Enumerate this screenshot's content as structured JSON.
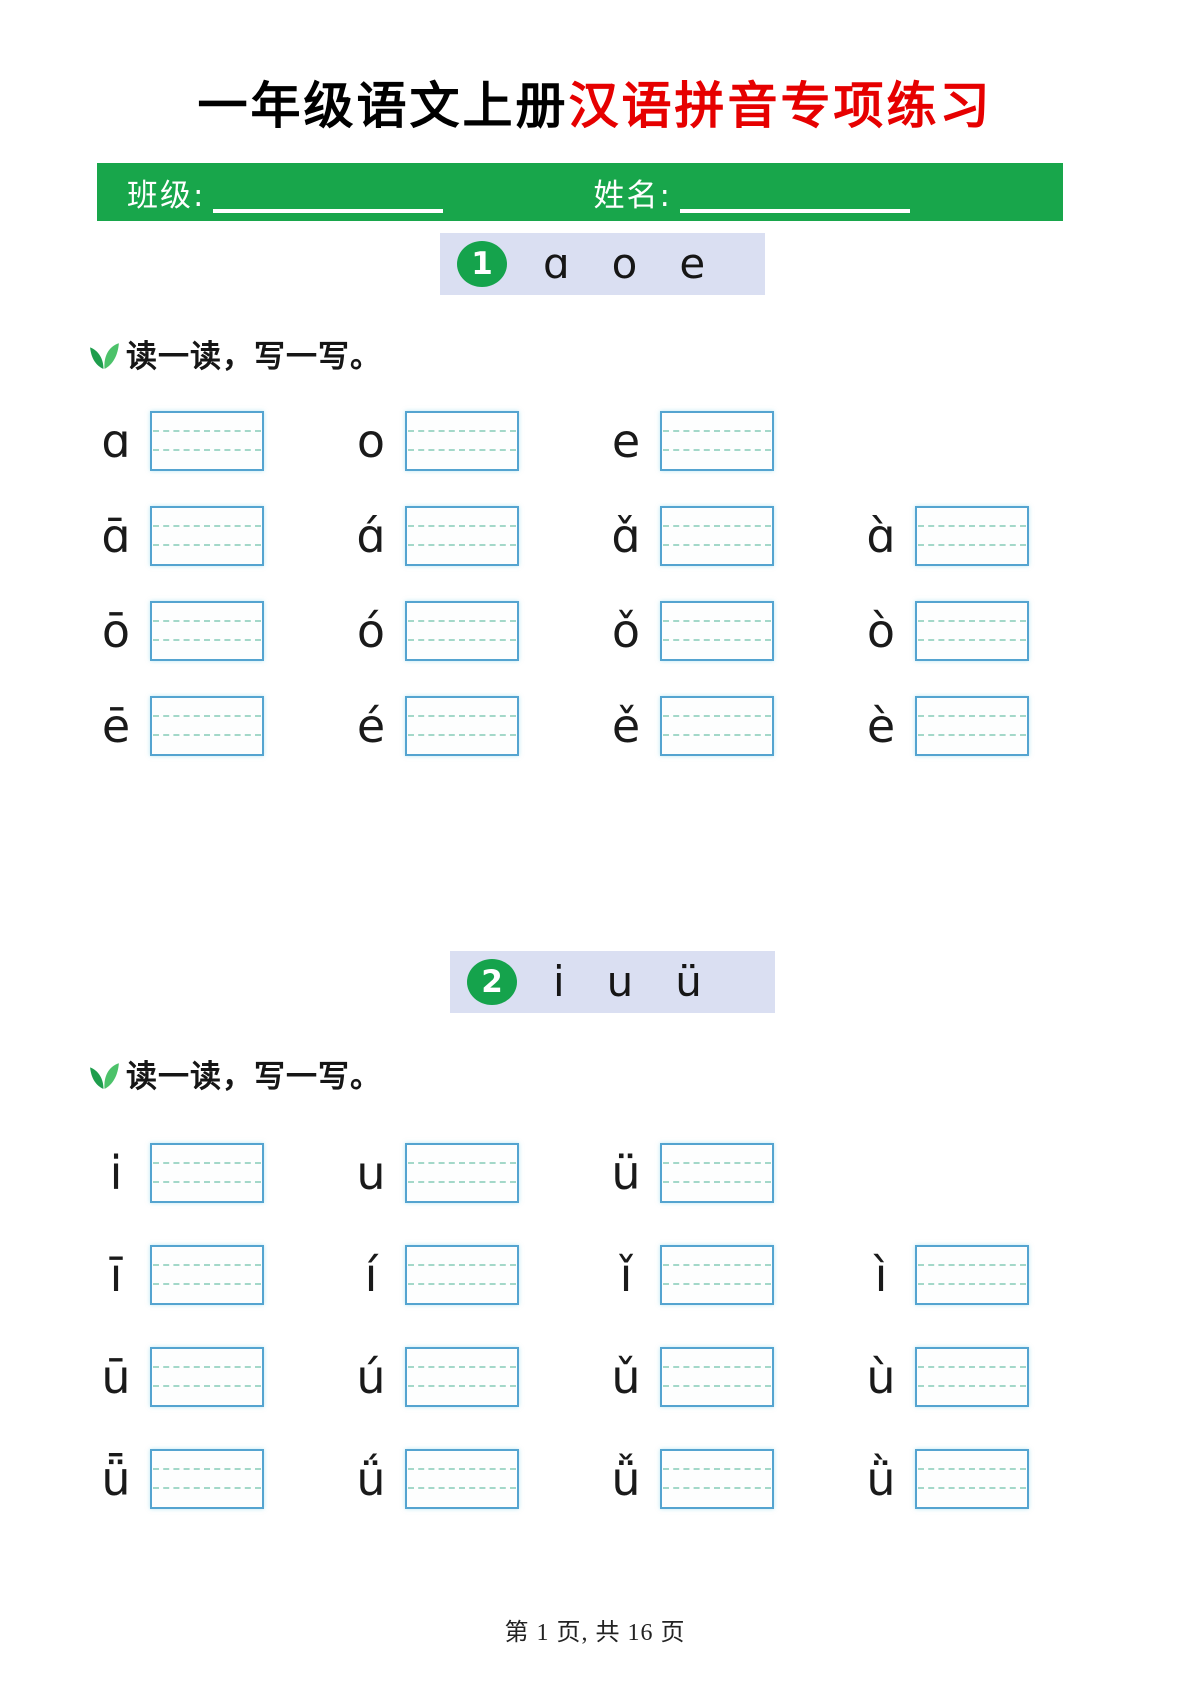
{
  "header": {
    "title_black": "一年级语文上册",
    "title_red": "汉语拼音专项练习",
    "class_label": "班级:",
    "name_label": "姓名:"
  },
  "colors": {
    "bar_green": "#18a64b",
    "badge_green": "#15a34c",
    "title_red": "#e60000",
    "section_box_bg": "#dadff2",
    "write_box_border": "#54a4d0",
    "write_box_line": "#a3d8c9"
  },
  "sections": [
    {
      "number": "1",
      "header_letters": [
        "ɑ",
        "o",
        "e"
      ],
      "instruction": "读一读，写一写。",
      "rows": [
        [
          "ɑ",
          "o",
          "e"
        ],
        [
          "ɑ̄",
          "ɑ́",
          "ɑ̌",
          "ɑ̀"
        ],
        [
          "ō",
          "ó",
          "ǒ",
          "ò"
        ],
        [
          "ē",
          "é",
          "ě",
          "è"
        ]
      ]
    },
    {
      "number": "2",
      "header_letters": [
        "i",
        "u",
        "ü"
      ],
      "instruction": "读一读，写一写。",
      "rows": [
        [
          "i",
          "u",
          "ü"
        ],
        [
          "ī",
          "í",
          "ǐ",
          "ì"
        ],
        [
          "ū",
          "ú",
          "ǔ",
          "ù"
        ],
        [
          "ǖ",
          "ǘ",
          "ǚ",
          "ǜ"
        ]
      ]
    }
  ],
  "footer": {
    "page_info": "第 1 页, 共 16 页"
  }
}
